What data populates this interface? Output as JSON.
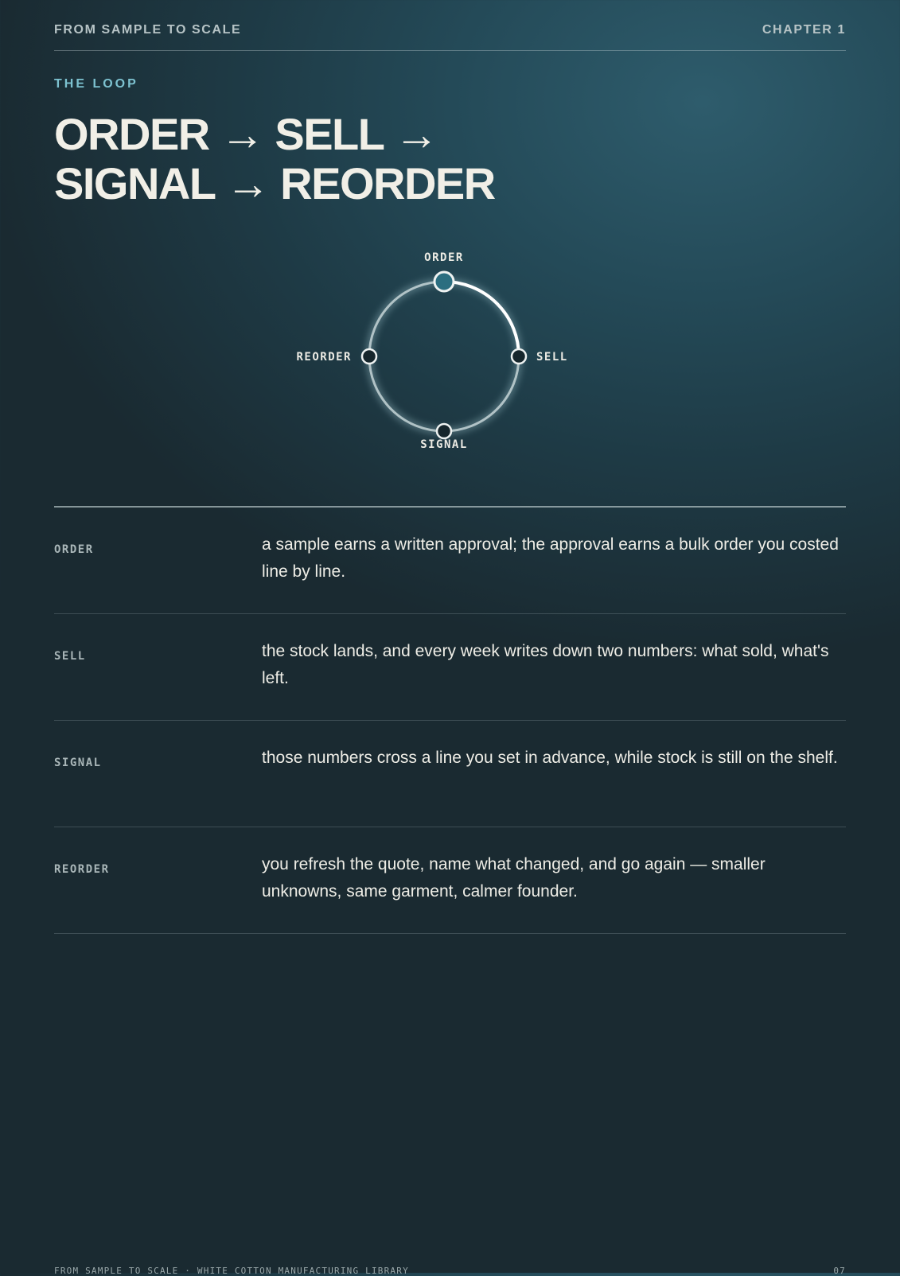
{
  "header": {
    "book_title": "FROM SAMPLE TO SCALE",
    "chapter": "CHAPTER 1"
  },
  "eyebrow": "THE LOOP",
  "title": {
    "line1": "ORDER → SELL →",
    "line2": "SIGNAL → REORDER"
  },
  "diagram": {
    "nodes": [
      "ORDER",
      "SELL",
      "SIGNAL",
      "REORDER"
    ],
    "accent": "#2b6e80",
    "ring": "#c9d6d8"
  },
  "steps": [
    {
      "key": "ORDER",
      "description": "a sample earns a written approval; the approval earns a bulk order you costed line by line."
    },
    {
      "key": "SELL",
      "description": "the stock lands, and every week writes down two numbers: what sold, what's left."
    },
    {
      "key": "SIGNAL",
      "description": "those numbers cross a line you set in advance, while stock is still on the shelf."
    },
    {
      "key": "REORDER",
      "description": "you refresh the quote, name what changed, and go again — smaller unknowns, same garment, calmer founder."
    }
  ],
  "footer": {
    "left": "FROM SAMPLE TO SCALE · WHITE COTTON MANUFACTURING LIBRARY",
    "page_number": "07"
  }
}
